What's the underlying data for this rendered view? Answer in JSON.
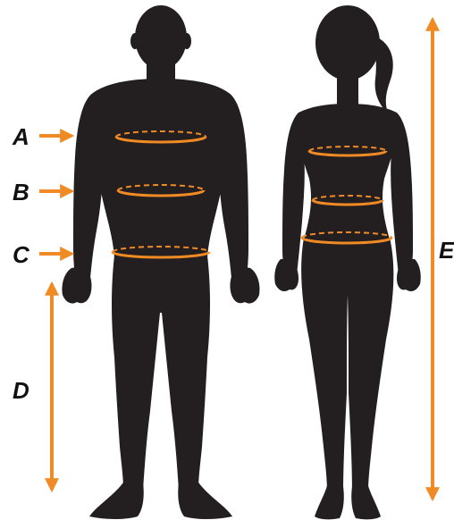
{
  "labels": {
    "a": "A",
    "b": "B",
    "c": "C",
    "d": "D",
    "e": "E"
  },
  "colors": {
    "accent": "#F08A24",
    "silhouette": "#231F20",
    "label_text": "#111111",
    "background": "#FFFFFF"
  },
  "icons": {
    "male": "male-silhouette-icon",
    "female": "female-silhouette-icon"
  }
}
